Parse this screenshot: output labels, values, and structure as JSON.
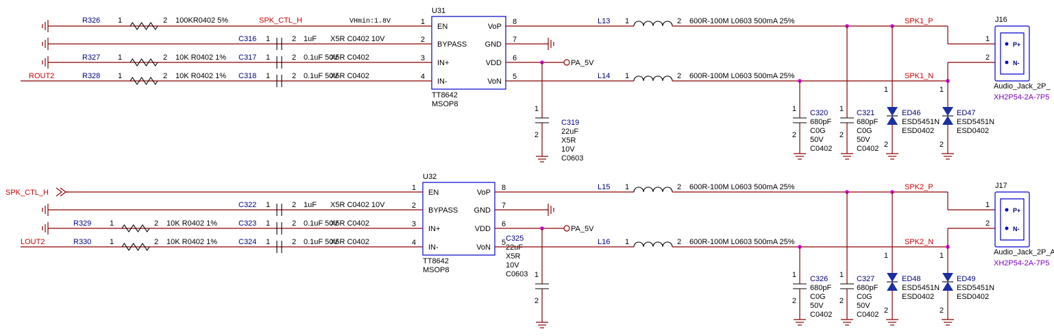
{
  "amps": [
    {
      "ref": "U31",
      "part": "TT8642",
      "pkg": "MSOP8",
      "pins_left": [
        {
          "num": "1",
          "name": "EN"
        },
        {
          "num": "2",
          "name": "BYPASS"
        },
        {
          "num": "3",
          "name": "IN+"
        },
        {
          "num": "4",
          "name": "IN-"
        }
      ],
      "pins_right": [
        {
          "num": "8",
          "name": "VoP"
        },
        {
          "num": "7",
          "name": "GND"
        },
        {
          "num": "6",
          "name": "VDD"
        },
        {
          "num": "5",
          "name": "VoN"
        }
      ],
      "en_net": "SPK_CTL_H",
      "vhmin": "VHmin:1.8V",
      "input_net": "ROUT2",
      "power_net": "PA_5V",
      "row_en": {
        "ref": "R326",
        "p1": "1",
        "p2": "2",
        "value": "100KR0402 5%"
      },
      "row_bypass": {
        "ref": "C316",
        "p1": "1",
        "p2": "2",
        "value": "1uF",
        "spec": "X5R C0402 10V"
      },
      "row_inp": {
        "ref_r": "R327",
        "r_p1": "1",
        "r_p2": "2",
        "r_value": "10K R0402 1%",
        "ref_c": "C317",
        "c_p1": "1",
        "c_p2": "2",
        "c_value": "0.1uF 50V",
        "c_spec": "X5R C0402"
      },
      "row_inn": {
        "ref_r": "R328",
        "r_p1": "1",
        "r_p2": "2",
        "r_value": "10K R0402 1%",
        "ref_c": "C318",
        "c_p1": "1",
        "c_p2": "2",
        "c_value": "0.1uF 50V",
        "c_spec": "X5R C0402"
      },
      "bulk_cap": {
        "ref": "C319",
        "p1": "1",
        "p2": "2",
        "lines": [
          "22uF",
          "X5R",
          "10V",
          "C0603"
        ]
      },
      "inductor_p": {
        "ref": "L13",
        "p1": "1",
        "p2": "2",
        "value": "600R-100M L0603 500mA 25%"
      },
      "inductor_n": {
        "ref": "L14",
        "p1": "1",
        "p2": "2",
        "value": "600R-100M L0603 500mA 25%"
      },
      "net_p": "SPK1_P",
      "net_n": "SPK1_N",
      "caps": [
        {
          "ref": "C320",
          "p1": "1",
          "p2": "2",
          "lines": [
            "680pF",
            "C0G",
            "50V",
            "C0402"
          ]
        },
        {
          "ref": "C321",
          "p1": "1",
          "p2": "2",
          "lines": [
            "680pF",
            "C0G",
            "50V",
            "C0402"
          ]
        }
      ],
      "esd": [
        {
          "ref": "ED46",
          "p1": "1",
          "p2": "2",
          "part": "ESD5451N",
          "pkg": "ESD0402"
        },
        {
          "ref": "ED47",
          "p1": "1",
          "p2": "2",
          "part": "ESD5451N",
          "pkg": "ESD0402"
        }
      ],
      "jack": {
        "ref": "J16",
        "pin1": "1",
        "pin2": "2",
        "lbl1": "P+",
        "lbl2": "N-",
        "name": "Audio_Jack_2P_",
        "foot": "XH2P54-2A-7P5"
      }
    },
    {
      "ref": "U32",
      "part": "TT8642",
      "pkg": "MSOP8",
      "pins_left": [
        {
          "num": "1",
          "name": "EN"
        },
        {
          "num": "2",
          "name": "BYPASS"
        },
        {
          "num": "3",
          "name": "IN+"
        },
        {
          "num": "4",
          "name": "IN-"
        }
      ],
      "pins_right": [
        {
          "num": "8",
          "name": "VoP"
        },
        {
          "num": "7",
          "name": "GND"
        },
        {
          "num": "6",
          "name": "VDD"
        },
        {
          "num": "5",
          "name": "VoN"
        }
      ],
      "en_net": "SPK_CTL_H",
      "input_net": "LOUT2",
      "power_net": "PA_5V",
      "row_bypass": {
        "ref": "C322",
        "p1": "1",
        "p2": "2",
        "value": "1uF",
        "spec": "X5R C0402 10V"
      },
      "row_inp": {
        "ref_r": "R329",
        "r_p1": "1",
        "r_p2": "2",
        "r_value": "10K R0402 1%",
        "ref_c": "C323",
        "c_p1": "1",
        "c_p2": "2",
        "c_value": "0.1uF 50V",
        "c_spec": "X5R C0402"
      },
      "row_inn": {
        "ref_r": "R330",
        "r_p1": "1",
        "r_p2": "2",
        "r_value": "10K R0402 1%",
        "ref_c": "C324",
        "c_p1": "1",
        "c_p2": "2",
        "c_value": "0.1uF 50V",
        "c_spec": "X5R C0402"
      },
      "bulk_cap": {
        "ref": "C325",
        "p1": "1",
        "p2": "2",
        "lines": [
          "22uF",
          "X5R",
          "10V",
          "C0603"
        ]
      },
      "inductor_p": {
        "ref": "L15",
        "p1": "1",
        "p2": "2",
        "value": "600R-100M L0603 500mA 25%"
      },
      "inductor_n": {
        "ref": "L16",
        "p1": "1",
        "p2": "2",
        "value": "600R-100M L0603 500mA 25%"
      },
      "net_p": "SPK2_P",
      "net_n": "SPK2_N",
      "caps": [
        {
          "ref": "C326",
          "p1": "1",
          "p2": "2",
          "lines": [
            "680pF",
            "C0G",
            "50V",
            "C0402"
          ]
        },
        {
          "ref": "C327",
          "p1": "1",
          "p2": "2",
          "lines": [
            "680pF",
            "C0G",
            "50V",
            "C0402"
          ]
        }
      ],
      "esd": [
        {
          "ref": "ED48",
          "p1": "1",
          "p2": "2",
          "part": "ESD5451N",
          "pkg": "ESD0402"
        },
        {
          "ref": "ED49",
          "p1": "1",
          "p2": "2",
          "part": "ESD5451N",
          "pkg": "ESD0402"
        }
      ],
      "jack": {
        "ref": "J17",
        "pin1": "1",
        "pin2": "2",
        "lbl1": "P+",
        "lbl2": "N-",
        "name": "Audio_Jack_2P_A",
        "foot": "XH2P54-2A-7P5"
      }
    }
  ],
  "colors": {
    "wire": "#8b0000",
    "component": "#000000",
    "ref": "#000080",
    "net": "#cc0000",
    "junction": "#d000d0",
    "jack": "#0000cc",
    "footprint": "#8000c0"
  }
}
